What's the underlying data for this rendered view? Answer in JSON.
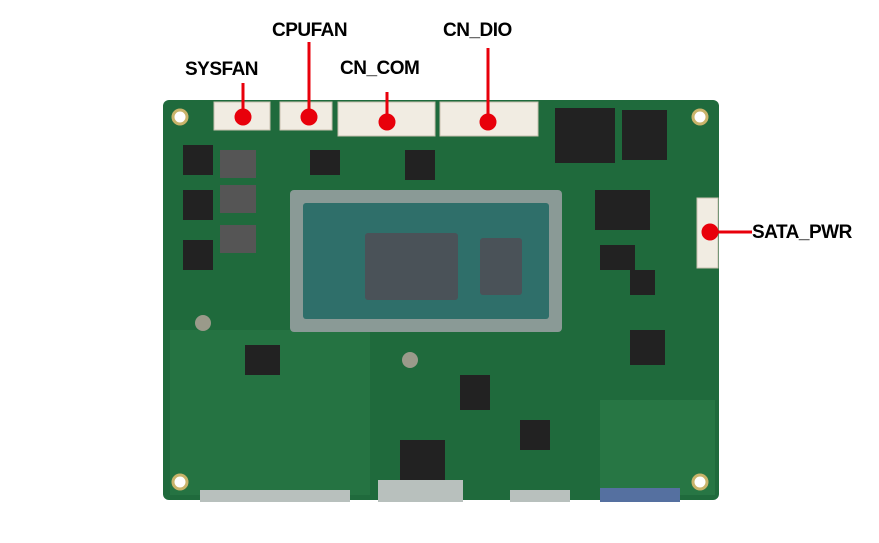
{
  "labels": {
    "sysfan": "SYSFAN",
    "cpufan": "CPUFAN",
    "cn_com": "CN_COM",
    "cn_dio": "CN_DIO",
    "sata_pwr": "SATA_PWR"
  },
  "colors": {
    "marker": "#e8000b",
    "board": "#1f6a3c",
    "cpu_substrate": "#8a9a96",
    "die": "#4a5258"
  }
}
